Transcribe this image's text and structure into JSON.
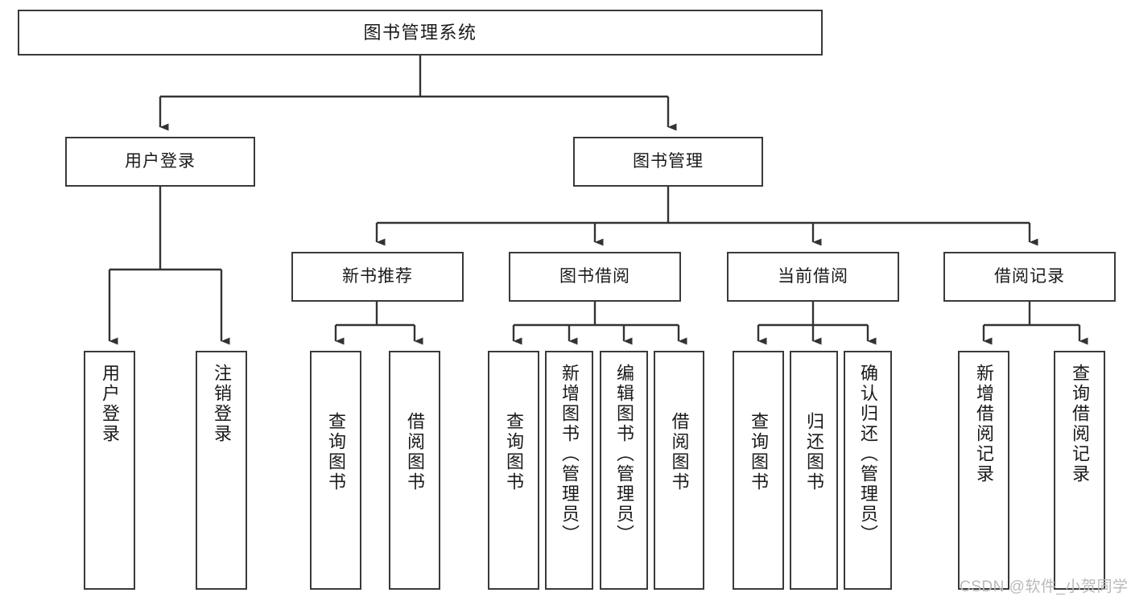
{
  "diagram": {
    "title": "图书管理系统",
    "type": "tree-structure-chart",
    "line_color": "#3a3a3a",
    "box_fill": "#ffffff",
    "text_color": "#1a1a1a"
  },
  "nodes": {
    "root": {
      "label": "图书管理系统"
    },
    "level2": [
      {
        "label": "用户登录"
      },
      {
        "label": "图书管理"
      }
    ],
    "level3": [
      {
        "label": "新书推荐"
      },
      {
        "label": "图书借阅"
      },
      {
        "label": "当前借阅"
      },
      {
        "label": "借阅记录"
      }
    ],
    "leaves_login": [
      {
        "label": "用户登录"
      },
      {
        "label": "注销登录"
      }
    ],
    "leaves_recommend": [
      {
        "label": "查询图书"
      },
      {
        "label": "借阅图书"
      }
    ],
    "leaves_borrow": [
      {
        "label": "查询图书"
      },
      {
        "label": "新增图书（管理员）"
      },
      {
        "label": "编辑图书（管理员）"
      },
      {
        "label": "借阅图书"
      }
    ],
    "leaves_current": [
      {
        "label": "查询图书"
      },
      {
        "label": "归还图书"
      },
      {
        "label": "确认归还（管理员）"
      }
    ],
    "leaves_records": [
      {
        "label": "新增借阅记录"
      },
      {
        "label": "查询借阅记录"
      }
    ]
  },
  "watermark": {
    "text": "CSDN @软件_小贺同学"
  }
}
